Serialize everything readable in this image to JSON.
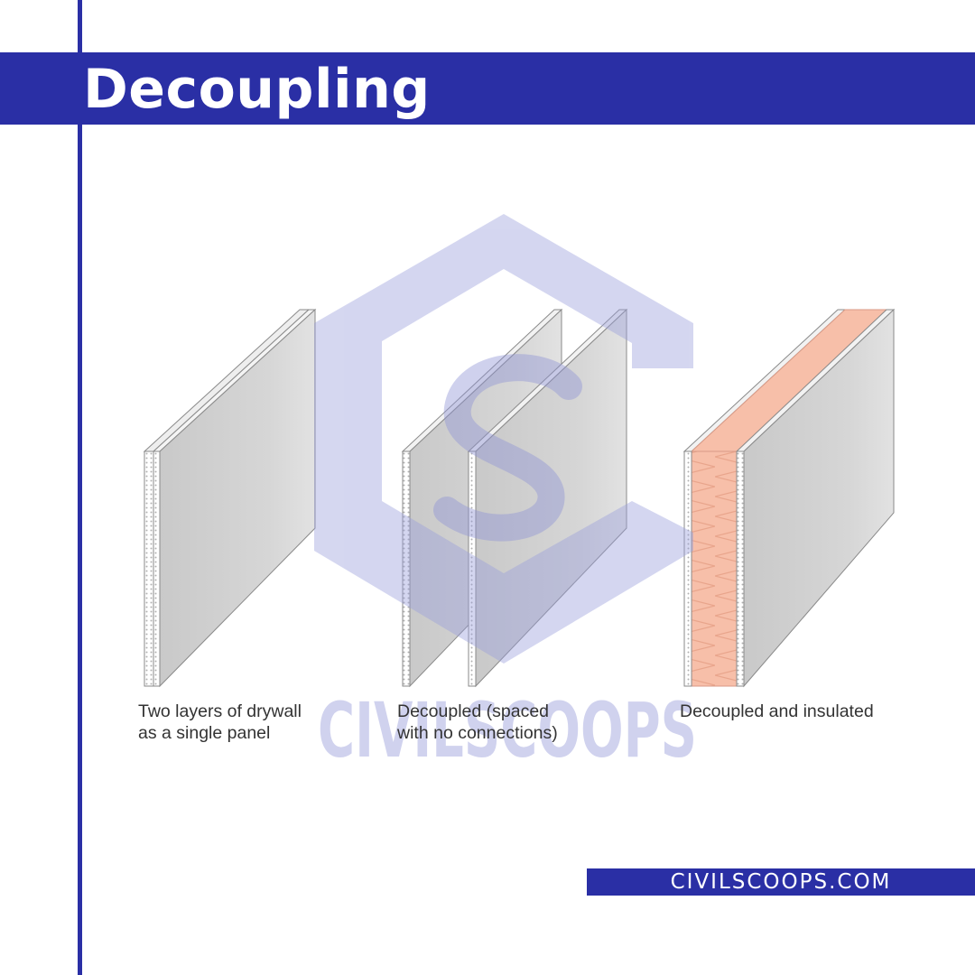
{
  "header": {
    "title": "Decoupling"
  },
  "captions": [
    {
      "line1": "Two layers of drywall",
      "line2": "as a single panel"
    },
    {
      "line1": "Decoupled (spaced",
      "line2": "with no connections)"
    },
    {
      "line1": "Decoupled and insulated"
    }
  ],
  "watermark": {
    "text": "CIVILSCOOPS",
    "color": "#c5c7ea"
  },
  "footer": {
    "site": "CIVILSCOOPS.COM"
  },
  "colors": {
    "brand": "#2a2fa5",
    "panel": "#d2d2d2",
    "insulation": "#f7bfa9"
  }
}
